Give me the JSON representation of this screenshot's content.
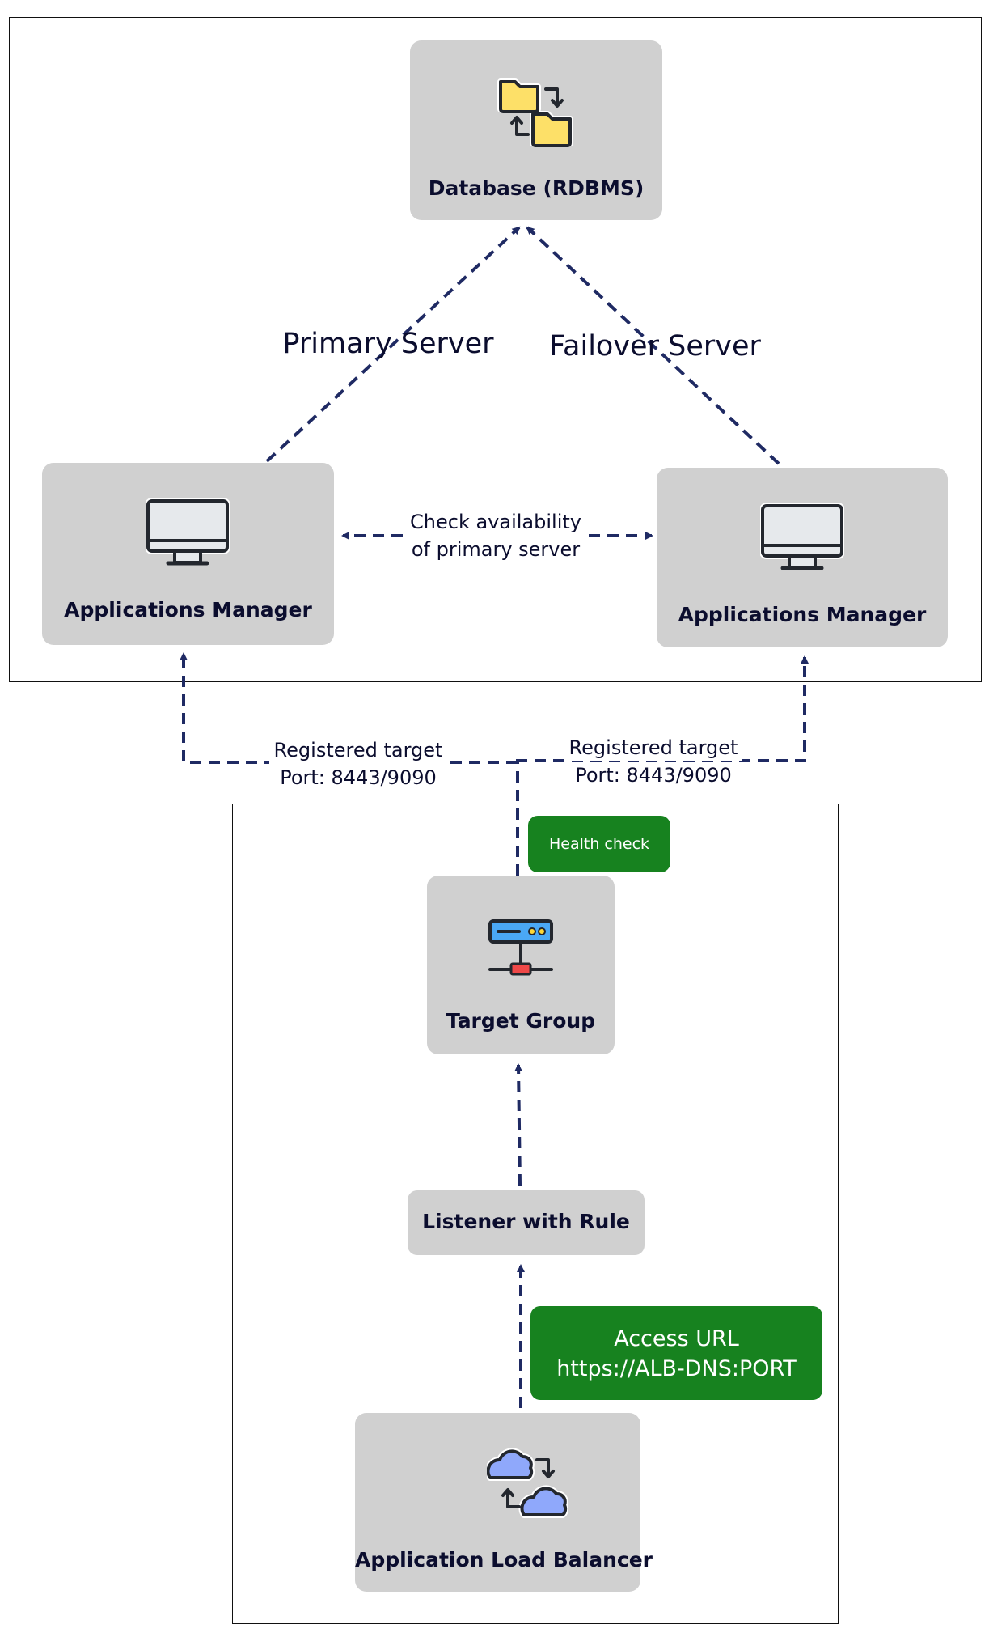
{
  "colors": {
    "connector": "#1f2a63",
    "node_bg": "#d0d0d0",
    "badge_bg": "#17821f",
    "text": "#0b0d2e"
  },
  "nodes": {
    "database": {
      "label": "Database (RDBMS)",
      "icon": "folder-sync-icon"
    },
    "app_manager_primary": {
      "label": "Applications Manager",
      "icon": "monitor-icon"
    },
    "app_manager_failover": {
      "label": "Applications Manager",
      "icon": "monitor-icon"
    },
    "target_group": {
      "label": "Target Group",
      "icon": "network-server-icon"
    },
    "listener": {
      "label": "Listener with Rule"
    },
    "alb": {
      "label": "Application Load Balancer",
      "icon": "cloud-sync-icon"
    }
  },
  "edges": {
    "primary_server": "Primary Server",
    "failover_server": "Failover Server",
    "check_line1": "Check availability",
    "check_line2": "of primary server",
    "reg_left_line1": "Registered target",
    "reg_left_line2": "Port: 8443/9090",
    "reg_right_line1": "Registered target",
    "reg_right_line2": "Port: 8443/9090"
  },
  "badges": {
    "health_check": "Health check",
    "access_url_line1": "Access URL",
    "access_url_line2": "https://ALB-DNS:PORT"
  }
}
